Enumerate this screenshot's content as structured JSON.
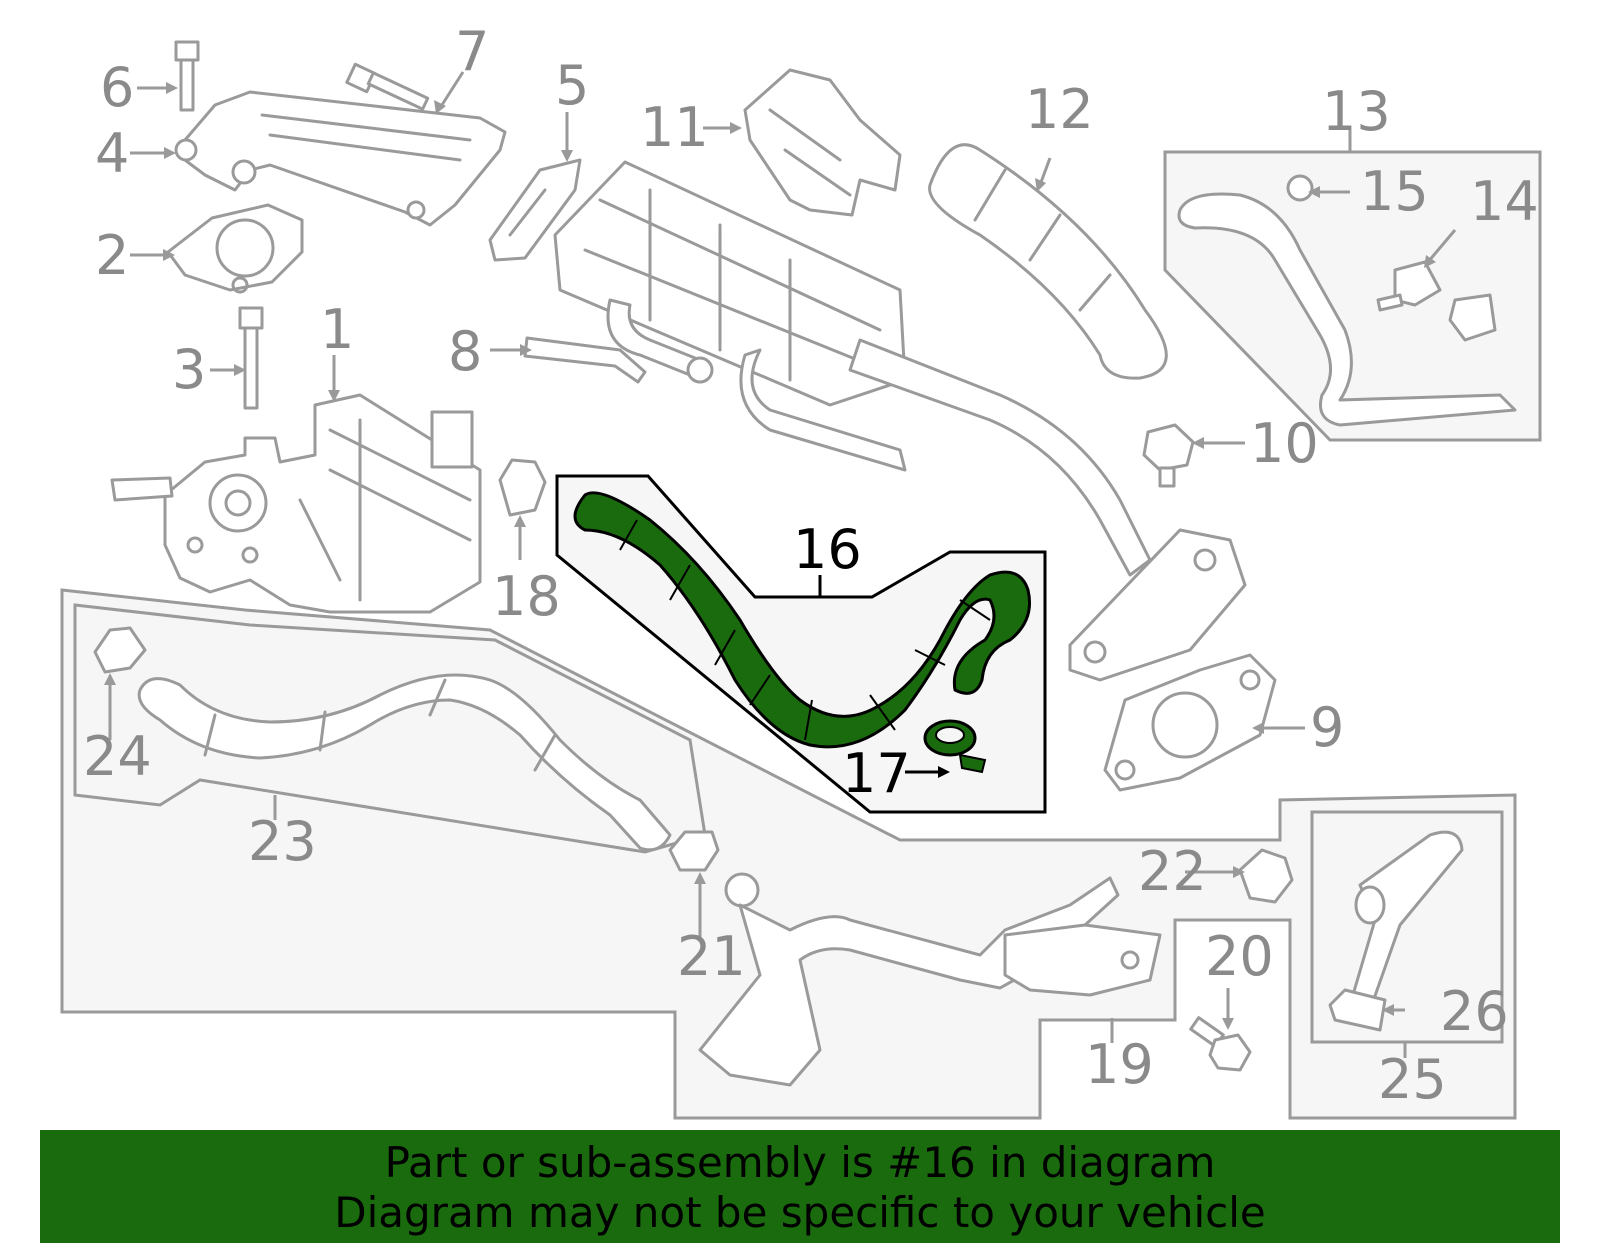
{
  "callouts": {
    "c1": "1",
    "c2": "2",
    "c3": "3",
    "c4": "4",
    "c5": "5",
    "c6": "6",
    "c7": "7",
    "c8": "8",
    "c9": "9",
    "c10": "10",
    "c11": "11",
    "c12": "12",
    "c13": "13",
    "c14": "14",
    "c15": "15",
    "c16": "16",
    "c17": "17",
    "c18": "18",
    "c19": "19",
    "c20": "20",
    "c21": "21",
    "c22": "22",
    "c23": "23",
    "c24": "24",
    "c25": "25",
    "c26": "26"
  },
  "highlight": {
    "part_number": "16",
    "color": "#1a6b0e"
  },
  "banner": {
    "line1": "Part or sub-assembly is #16 in diagram",
    "line2": "Diagram may not be specific to your vehicle",
    "background": "#1a6b0e"
  }
}
